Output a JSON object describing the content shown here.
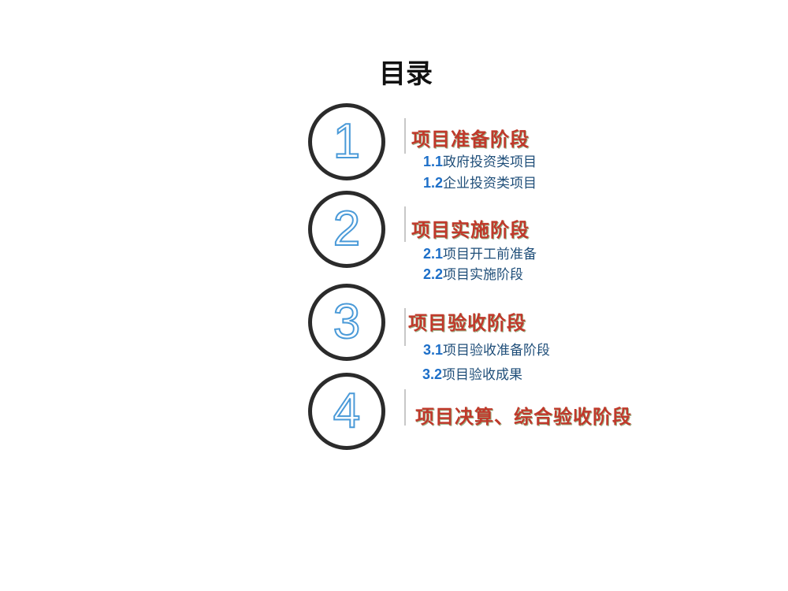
{
  "title": "目录",
  "sections": [
    {
      "number": "1",
      "heading": "项目准备阶段",
      "items": [
        {
          "num": "1.1",
          "text": "政府投资类项目"
        },
        {
          "num": "1.2",
          "text": "企业投资类项目"
        }
      ]
    },
    {
      "number": "2",
      "heading": "项目实施阶段",
      "items": [
        {
          "num": "2.1",
          "text": "项目开工前准备"
        },
        {
          "num": "2.2",
          "text": "项目实施阶段"
        }
      ]
    },
    {
      "number": "3",
      "heading": "项目验收阶段",
      "items": [
        {
          "num": "3.1",
          "text": "项目验收准备阶段"
        },
        {
          "num": "3.2",
          "text": "项目验收成果"
        }
      ]
    },
    {
      "number": "4",
      "heading": "项目决算、综合验收阶段",
      "items": []
    }
  ]
}
